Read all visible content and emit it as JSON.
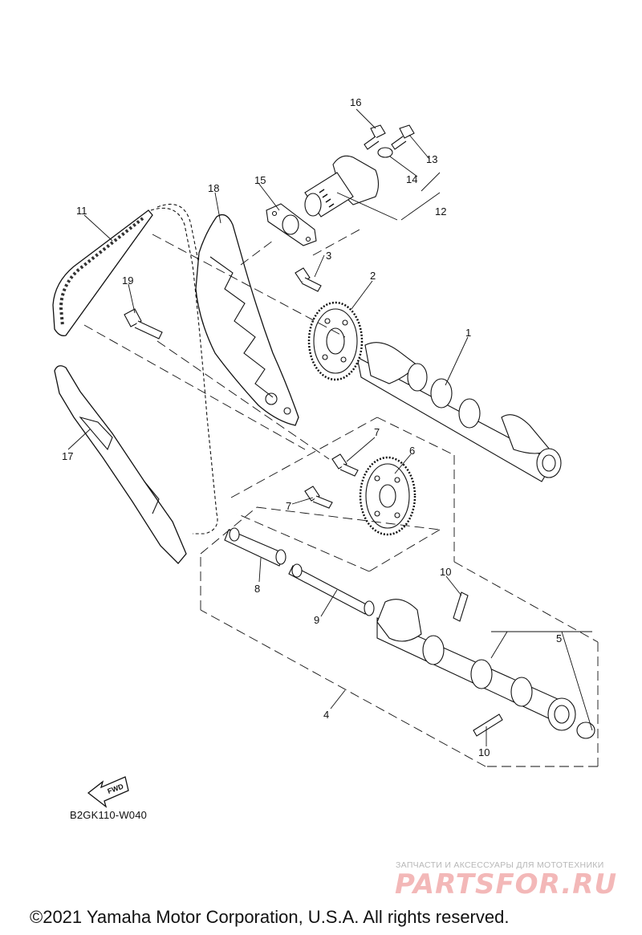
{
  "callouts": {
    "c1": "1",
    "c2": "2",
    "c3": "3",
    "c4": "4",
    "c5": "5",
    "c6": "6",
    "c7a": "7",
    "c7b": "7",
    "c8": "8",
    "c9": "9",
    "c10a": "10",
    "c10b": "10",
    "c11": "11",
    "c12": "12",
    "c13": "13",
    "c14": "14",
    "c15": "15",
    "c16": "16",
    "c17": "17",
    "c18": "18",
    "c19": "19"
  },
  "fwd_label": "FWD",
  "diagram_code": "B2GK110-W040",
  "watermark": {
    "tagline": "ЗАПЧАСТИ И АКСЕССУАРЫ ДЛЯ МОТОТЕХНИКИ",
    "brand": "PARTSFOR.RU"
  },
  "copyright": "©2021 Yamaha Motor Corporation, U.S.A. All rights reserved.",
  "colors": {
    "ink": "#111111",
    "watermark_brand": "#f3b8b8",
    "watermark_text": "#b7b7b7"
  }
}
